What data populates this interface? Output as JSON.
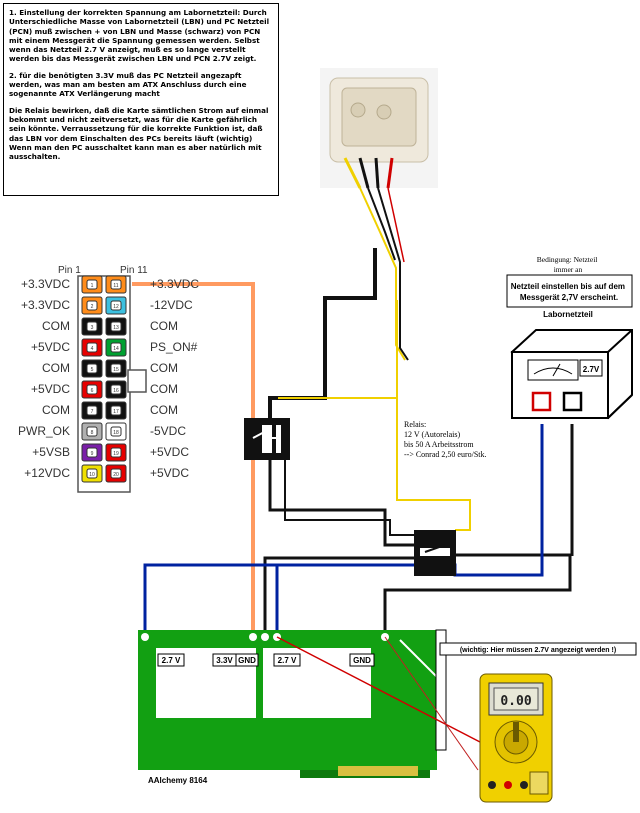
{
  "note": {
    "p1": "1. Einstellung der korrekten Spannung am Labornetzteil: Durch Unterschiedliche Masse von Labornetzteil (LBN) und PC Netzteil (PCN) muß zwischen + von LBN und Masse (schwarz) von PCN mit einem Messgerät die Spannung gemessen werden. Selbst wenn das Netzteil 2.7 V anzeigt, muß es so lange verstellt werden bis das Messgerät zwischen LBN und PCN 2.7V zeigt.",
    "p2": "2. für die benötigten 3.3V muß das PC Netzteil angezapft werden, was man am besten am ATX Anschluss durch eine sogenannte ATX Verlängerung macht",
    "p3": "Die Relais bewirken, daß die Karte sämtlichen Strom auf einmal bekommt und nicht zeitversetzt, was für die Karte gefährlich sein könnte. Verraussetzung für die korrekte Funktion ist, daß das LBN vor dem Einschalten des PCs bereits läuft (wichtig) Wenn man den PC ausschaltet kann man es aber natürlich mit ausschalten."
  },
  "atx": {
    "pin1_label": "Pin 1",
    "pin11_label": "Pin 11",
    "left": [
      "+3.3VDC",
      "+3.3VDC",
      "COM",
      "+5VDC",
      "COM",
      "+5VDC",
      "COM",
      "PWR_OK",
      "+5VSB",
      "+12VDC"
    ],
    "right": [
      "+3.3VDC",
      "-12VDC",
      "COM",
      "PS_ON#",
      "COM",
      "COM",
      "COM",
      "-5VDC",
      "+5VDC",
      "+5VDC"
    ],
    "left_colors": [
      "#ff8c1a",
      "#ff8c1a",
      "#111111",
      "#e60000",
      "#111111",
      "#e60000",
      "#111111",
      "#b0b0b0",
      "#7a1fa8",
      "#f0e000"
    ],
    "right_colors": [
      "#ff8c1a",
      "#3cc0e0",
      "#111111",
      "#00a030",
      "#111111",
      "#111111",
      "#111111",
      "#ffffff",
      "#e60000",
      "#e60000"
    ],
    "left_nums": [
      "1",
      "2",
      "3",
      "4",
      "5",
      "6",
      "7",
      "8",
      "9",
      "10"
    ],
    "right_nums": [
      "11",
      "12",
      "13",
      "14",
      "15",
      "16",
      "17",
      "18",
      "19",
      "20"
    ]
  },
  "psu": {
    "condition": "Bedingung: Netzteil immer an",
    "instruction": "Netzteil einstellen bis auf dem Messgerät 2,7V erscheint.",
    "title": "Labornetzteil",
    "display": "2.7V"
  },
  "relay_note": "Relais: 12 V (Autorelais) bis 50 A Arbeitsstrom --> Conrad 2,50 euro/Stk.",
  "card": {
    "name": "AAlchemy 8164",
    "labels": [
      "2.7 V",
      "3.3V",
      "GND",
      "2.7 V",
      "GND"
    ]
  },
  "meter_warning": "(wichtig: Hier müssen 2.7V angezeigt werden !)",
  "meter_display": "0.00"
}
